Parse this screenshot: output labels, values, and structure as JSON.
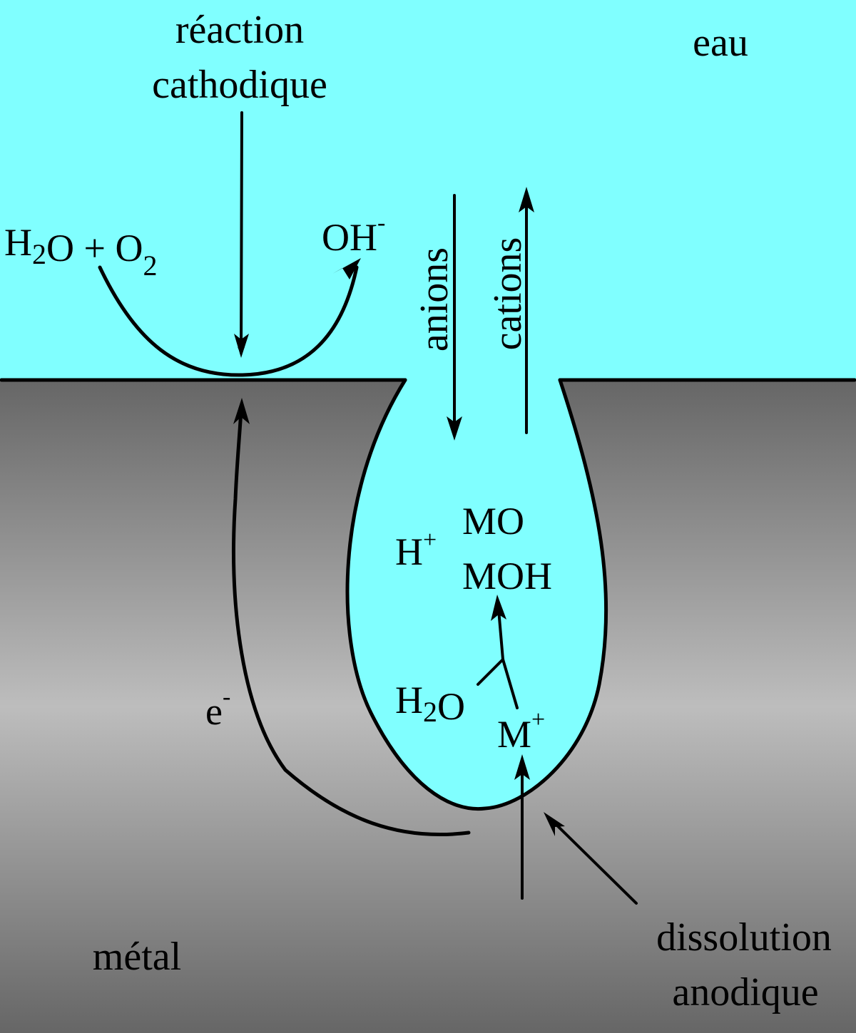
{
  "colors": {
    "water": "#80FFFF",
    "metal_top": "#666666",
    "metal_mid": "#BDBDBD",
    "metal_bottom": "#666666",
    "line": "#000000"
  },
  "labels": {
    "water": "eau",
    "metal": "métal",
    "cathodic_reaction": [
      "réaction",
      "cathodique"
    ],
    "anodic_dissolution": [
      "dissolution",
      "anodique"
    ],
    "anions": "anions",
    "cations": "cations",
    "electron": {
      "base": "e",
      "sup": "-"
    },
    "hydroxide": {
      "base": "OH",
      "sup": "-"
    },
    "reactants": {
      "h": "H",
      "h_sub": "2",
      "o_plus_o": "O + O",
      "o_sub": "2"
    },
    "proton": {
      "base": "H",
      "sup": "+"
    },
    "metal_oxide": "MO",
    "metal_hydroxide": "MOH",
    "pit_water": {
      "h": "H",
      "h_sub": "2",
      "o": "O"
    },
    "metal_ion": {
      "base": "M",
      "sup": "+"
    }
  }
}
